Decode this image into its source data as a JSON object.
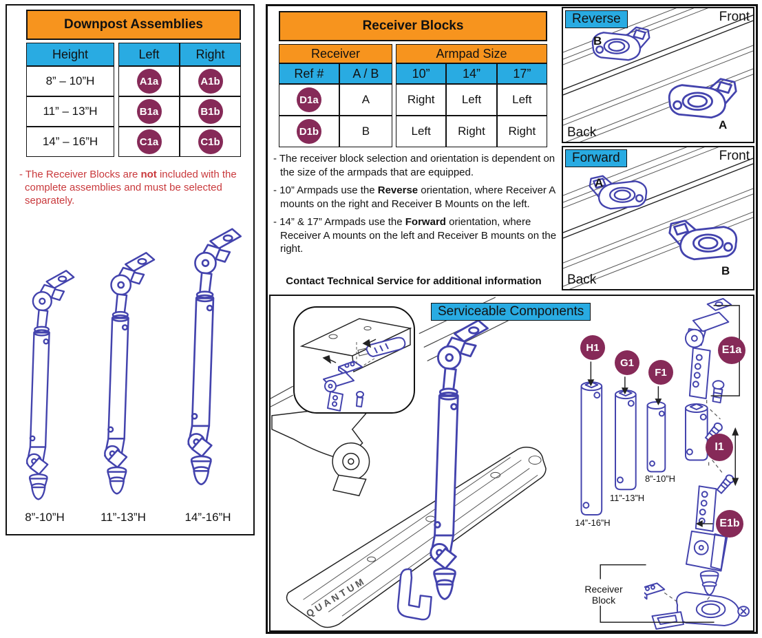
{
  "colors": {
    "orange": "#F7941E",
    "blue": "#29ABE2",
    "maroon": "#862A58",
    "note_red": "#C9393C",
    "line_blue": "#4343AD"
  },
  "downpost": {
    "title": "Downpost Assemblies",
    "height_header": "Height",
    "left_header": "Left",
    "right_header": "Right",
    "rows": [
      {
        "height": "8” – 10”H",
        "left": "A1a",
        "right": "A1b"
      },
      {
        "height": "11” – 13”H",
        "left": "B1a",
        "right": "B1b"
      },
      {
        "height": "14” – 16”H",
        "left": "C1a",
        "right": "C1b"
      }
    ],
    "note": {
      "pre": "- The Receiver Blocks are ",
      "bold": "not",
      "post": " included with the complete assemblies and must be selected separately."
    },
    "figure_labels": [
      "8”-10”H",
      "11”-13”H",
      "14”-16”H"
    ]
  },
  "receiver": {
    "title": "Receiver Blocks",
    "group_receiver": "Receiver",
    "group_armpad": "Armpad Size",
    "headers": {
      "ref": "Ref #",
      "ab": "A / B",
      "s10": "10”",
      "s14": "14”",
      "s17": "17”"
    },
    "rows": [
      {
        "ref": "D1a",
        "ab": "A",
        "s10": "Right",
        "s14": "Left",
        "s17": "Left"
      },
      {
        "ref": "D1b",
        "ab": "B",
        "s10": "Left",
        "s14": "Right",
        "s17": "Right"
      }
    ],
    "bullets": [
      {
        "pre": "- The receiver block selection and orientation is dependent on the size of the armpads that are equipped.",
        "bold": "",
        "post": ""
      },
      {
        "pre": "- 10” Armpads use the ",
        "bold": "Reverse",
        "post": " orientation, where Receiver A mounts on the right and Receiver B Mounts on the left."
      },
      {
        "pre": "- 14” & 17” Armpads use the ",
        "bold": "Forward",
        "post": " orientation, where Receiver A mounts on the left and Receiver B mounts on the right."
      }
    ],
    "contact": "Contact Technical Service for additional information"
  },
  "panels": {
    "reverse": {
      "label": "Reverse",
      "front": "Front",
      "back": "Back",
      "upper": "B",
      "lower": "A"
    },
    "forward": {
      "label": "Forward",
      "front": "Front",
      "back": "Back",
      "upper": "A",
      "lower": "B"
    }
  },
  "serviceable": {
    "title": "Serviceable Components",
    "badges": {
      "h1": "H1",
      "g1": "G1",
      "f1": "F1",
      "e1a": "E1a",
      "i1": "I1",
      "e1b": "E1b"
    },
    "tube_labels": {
      "f1": "8”-10”H",
      "g1": "11”-13”H",
      "h1": "14”-16”H"
    },
    "receiver_block_line1": "Receiver",
    "receiver_block_line2": "Block",
    "brand": "QUANTUM"
  }
}
